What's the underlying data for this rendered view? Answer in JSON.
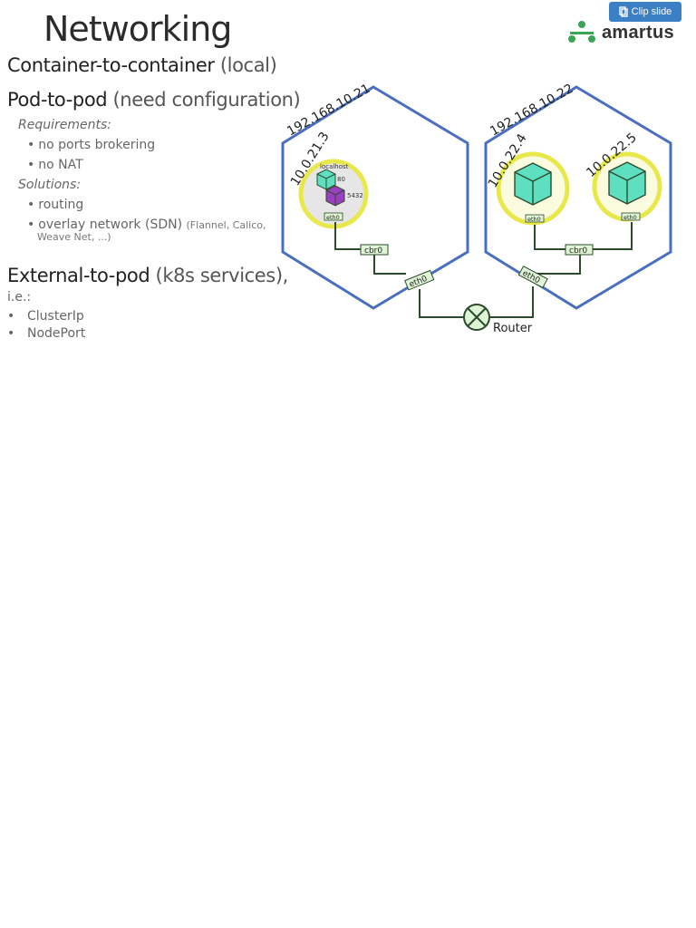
{
  "title": "Networking",
  "toolbar": {
    "clip_label": "Clip slide",
    "clip_icon": "clip-icon"
  },
  "logo": {
    "text": "amartus",
    "icon": "amartus-logo-icon",
    "color": "#3aa655"
  },
  "sections": {
    "container": {
      "heading": "Container-to-container",
      "sub": " (local)"
    },
    "pod": {
      "heading": "Pod-to-pod",
      "sub": " (need configuration)",
      "requirements_label": "Requirements",
      "requirements": [
        "no ports brokering",
        "no NAT"
      ],
      "solutions_label": "Solutions",
      "solutions": [
        "routing",
        "overlay network (SDN)"
      ],
      "solutions_note": "(Flannel, Calico,",
      "solutions_note2": "Weave Net, ...)"
    },
    "external": {
      "heading": "External-to-pod",
      "sub": " (k8s services)",
      "trail": ",",
      "ie": "i.e.:",
      "items": [
        "ClusterIp",
        "NodePort"
      ]
    }
  },
  "diagram": {
    "node1_ip": "192.168.10.21",
    "node2_ip": "192.168.10.22",
    "pod1_ip": "10.0.21.3",
    "pod2_ip": "10.0.22.4",
    "pod3_ip": "10.0.22.5",
    "localhost": "localhost",
    "port_80": "80",
    "port_5432": "5432",
    "eth0": "eth0",
    "cbr0": "cbr0",
    "router": "Router",
    "colors": {
      "hex": "#4a6fc1",
      "pod_ring": "#e8e84a",
      "cube": "#5ee0c0",
      "cube_purple": "#9b3fc1",
      "link": "#2c4a2c",
      "box": "#dff5d6"
    }
  }
}
